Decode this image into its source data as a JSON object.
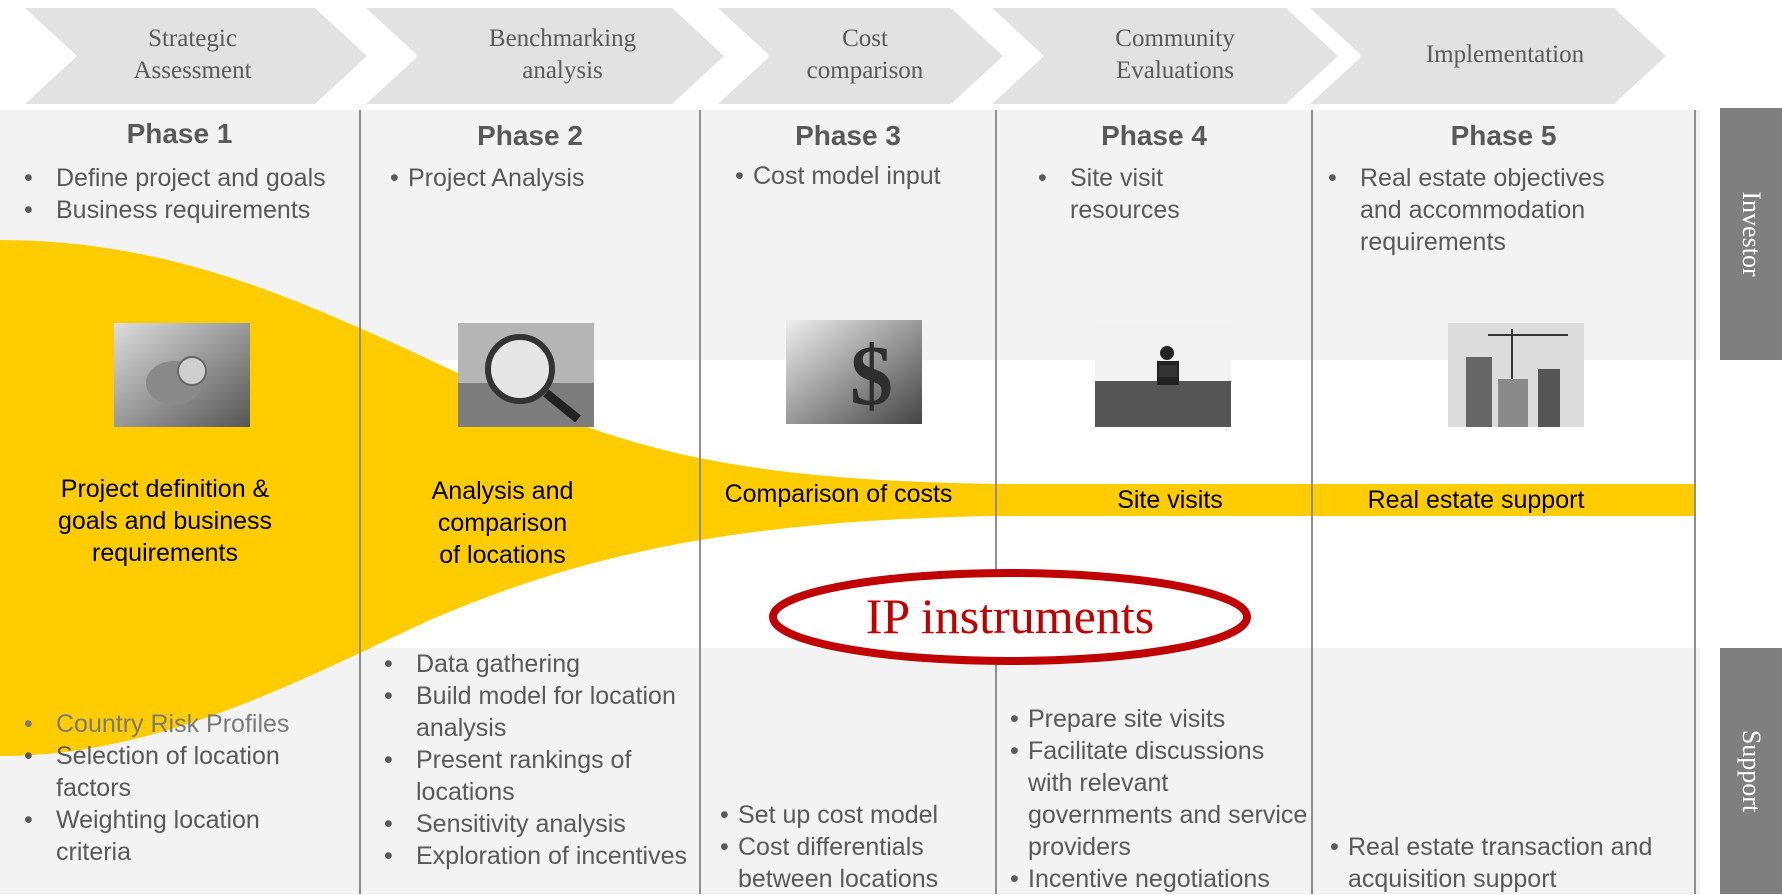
{
  "chevrons": [
    {
      "label": "Strategic\nAssessment"
    },
    {
      "label": "Benchmarking\nanalysis"
    },
    {
      "label": "Cost\ncomparison"
    },
    {
      "label": "Community\nEvaluations"
    },
    {
      "label": "Implementation"
    }
  ],
  "phases": [
    {
      "title": "Phase 1",
      "investor": [
        "Define project and goals",
        "Business requirements"
      ],
      "outcome": "Project definition &\ngoals and business\nrequirements",
      "support": [
        "Country Risk Profiles",
        "Selection of location factors",
        "Weighting location criteria"
      ]
    },
    {
      "title": "Phase 2",
      "investor": [
        "Project Analysis"
      ],
      "outcome": "Analysis and\ncomparison\nof locations",
      "support": [
        "Data gathering",
        "Build model for location analysis",
        "Present rankings of locations",
        "Sensitivity analysis",
        "Exploration of incentives"
      ]
    },
    {
      "title": "Phase 3",
      "investor": [
        "Cost model input"
      ],
      "outcome": "Comparison of costs",
      "support": [
        "Set up cost model",
        "Cost differentials between locations"
      ]
    },
    {
      "title": "Phase 4",
      "investor": [
        "Site visit resources"
      ],
      "outcome": "Site visits",
      "support": [
        "Prepare site visits",
        "Facilitate discussions with relevant governments and service providers",
        "Incentive negotiations"
      ]
    },
    {
      "title": "Phase 5",
      "investor": [
        "Real estate objectives and accommodation requirements"
      ],
      "outcome": "Real estate support",
      "support": [
        "Real estate transaction and acquisition support"
      ]
    }
  ],
  "side_labels": {
    "investor": "Investor",
    "support": "Support"
  },
  "ip_label": "IP instruments",
  "images": [
    {
      "icon": "hand-holding-globe-photo"
    },
    {
      "icon": "magnifying-glass-photo"
    },
    {
      "icon": "dollar-sign-photo"
    },
    {
      "icon": "person-with-laptop-in-field-photo"
    },
    {
      "icon": "building-construction-photo"
    }
  ],
  "colors": {
    "funnel": "#ffcc00",
    "chevron": "#e2e2e2",
    "band": "#f3f3f3",
    "side_tab": "#7f7f7f",
    "ip_ring": "#c00000",
    "ip_text": "#c00000",
    "text": "#595959"
  }
}
